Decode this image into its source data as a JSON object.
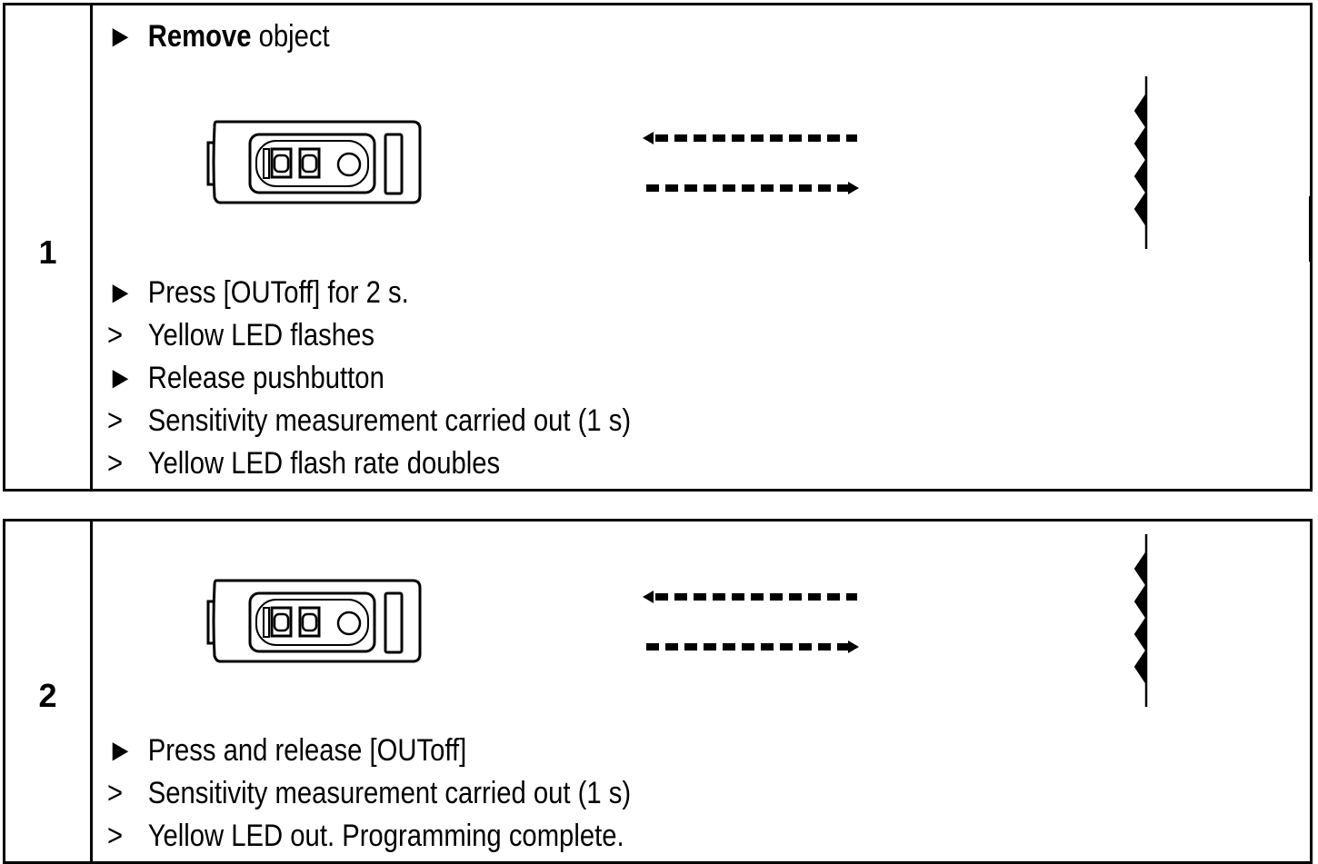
{
  "steps": [
    {
      "number": "1",
      "header": {
        "marker": "►",
        "bold": "Remove",
        "rest": " object"
      },
      "lines": [
        {
          "marker": "►",
          "text": "Press [OUToff] for 2 s."
        },
        {
          "marker": ">",
          "text": "Yellow LED flashes"
        },
        {
          "marker": "►",
          "text": "Release pushbutton"
        },
        {
          "marker": ">",
          "text": "Sensitivity measurement carried out (1 s)"
        },
        {
          "marker": ">",
          "text": "Yellow LED flash rate doubles"
        }
      ]
    },
    {
      "number": "2",
      "lines": [
        {
          "marker": "►",
          "text": "Press and release [OUToff]"
        },
        {
          "marker": ">",
          "text": "Sensitivity measurement carried out (1 s)"
        },
        {
          "marker": ">",
          "text": "Yellow LED out. Programming complete."
        }
      ]
    }
  ],
  "icons": {
    "sensor": "photoelectric-sensor-icon",
    "beam": "light-beam-arrows-icon",
    "reflector": "reflector-surface-icon"
  }
}
